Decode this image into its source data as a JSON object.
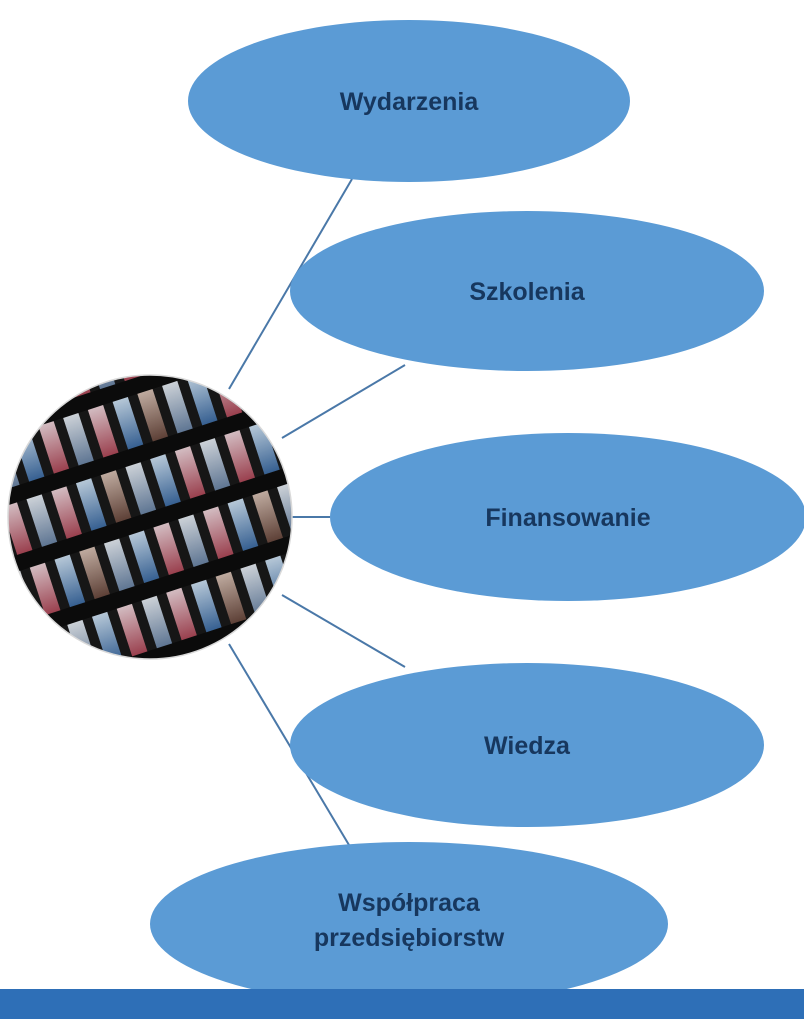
{
  "colors": {
    "bubble_fill": "#5b9bd5",
    "bubble_text": "#17375e",
    "connector": "#4a78a8",
    "bottom_band": "#2e6fb7"
  },
  "hub": {
    "icon": "building-facade-photo"
  },
  "nodes": [
    {
      "id": "wydarzenia",
      "lines": [
        "Wydarzenia"
      ]
    },
    {
      "id": "szkolenia",
      "lines": [
        "Szkolenia"
      ]
    },
    {
      "id": "finansowanie",
      "lines": [
        "Finansowanie"
      ]
    },
    {
      "id": "wiedza",
      "lines": [
        "Wiedza"
      ]
    },
    {
      "id": "wspolpraca",
      "lines": [
        "Współpraca",
        "przedsiębiorstw"
      ]
    }
  ]
}
